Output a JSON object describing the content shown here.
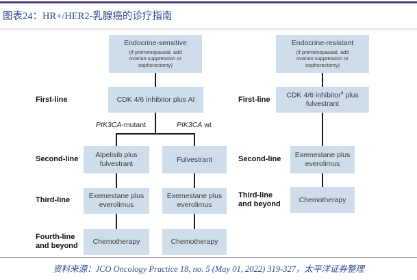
{
  "header": {
    "title": "图表24：HR+/HER2-乳腺癌的诊疗指南"
  },
  "colors": {
    "box_fill": "#cfddeb",
    "title_text": "#2d4a8e",
    "connector_line": "#1a1a1a",
    "top_rule": "#3f3f6b"
  },
  "charts": {
    "left": {
      "root_title": "Endocrine-sensitive",
      "root_note": "(if premenopausal, add\novarian suppression or\noophorectomy)",
      "first_line": "CDK 4/6 inhibitor plus AI",
      "branch_left_gene": "PIK3CA",
      "branch_left_suffix": "-mutant",
      "branch_right_gene": "PIK3CA",
      "branch_right_suffix": " wt",
      "second_line_left": "Alpelisib plus fulvestrant",
      "second_line_right": "Fulvestrant",
      "third_line_left": "Exemestane plus everolimus",
      "third_line_right": "Exemestane plus everolimus",
      "fourth_line_left": "Chemotherapy",
      "fourth_line_right": "Chemotherapy"
    },
    "right": {
      "root_title": "Endocrine-resistant",
      "root_note": "(if premenopausal, add\novarian suppression or\noophorectomy)",
      "first_line_prefix": "CDK 4/6 inhibitor",
      "first_line_sup": "a",
      "first_line_suffix": " plus fulvestrant",
      "second_line": "Exemestane plus everolimus",
      "third_line": "Chemotherapy"
    }
  },
  "row_labels": {
    "left": [
      "First-line",
      "Second-line",
      "Third-line",
      "Fourth-line\nand beyond"
    ],
    "right": [
      "First-line",
      "Second-line",
      "Third-line\nand beyond"
    ]
  },
  "footer": {
    "source": "资料来源：JCO Oncology Practice 18, no. 5 (May 01, 2022) 319-327，太平洋证券整理"
  }
}
